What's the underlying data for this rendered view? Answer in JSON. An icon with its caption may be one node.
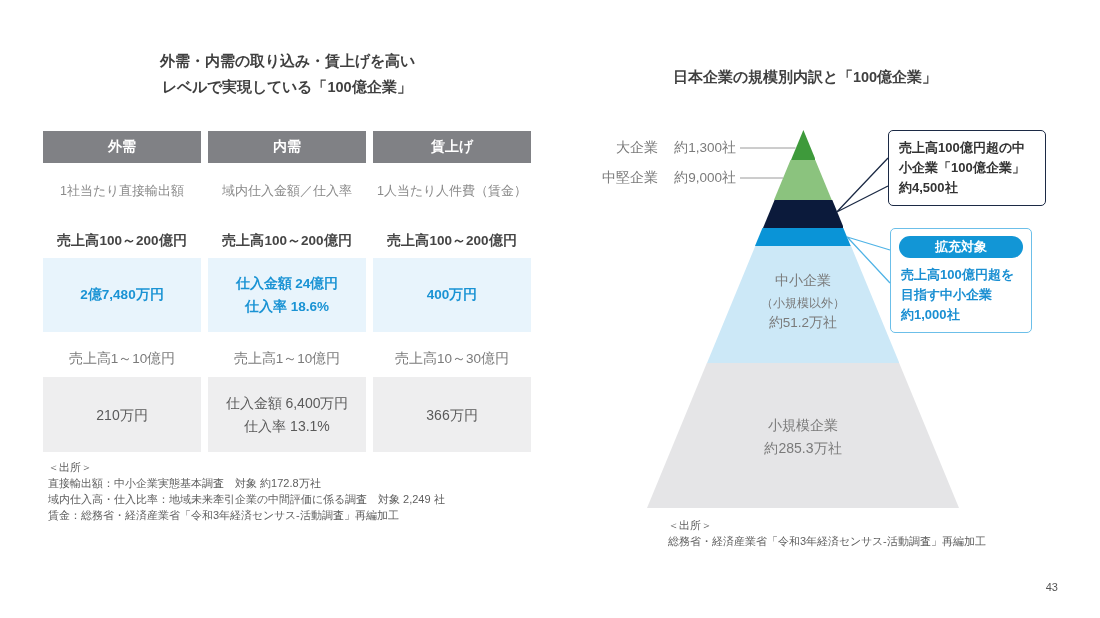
{
  "diagram": {
    "nodes": [
      {
        "text": [
          "大企業",
          "約1,300社"
        ]
      },
      {
        "text": [],
        "shape": "triangle"
      },
      {
        "text": [
          "中堅企業",
          "約9,000社"
        ]
      },
      {
        "text": [],
        "shape": "trapezoid"
      },
      {
        "text": [],
        "shape": "trapezoid"
      },
      {
        "text": [],
        "shape": "trapezoid"
      },
      {
        "text": [
          "中小企業",
          "（小規模以外）",
          "約51.2万社"
        ]
      },
      {
        "text": [
          "小規模企業",
          "約285.3万社"
        ]
      },
      {
        "text": [
          "売上高100億円超の中小企業「100億企業」",
          "約4,500社"
        ]
      },
      {
        "text": [
          "売上高100億円超を目指す中小企業",
          "約1,000社"
        ]
      },
      {
        "text": [
          "拡充対象"
        ],
        "in": 9
      }
    ],
    "edges": [
      {
        "from": 0,
        "to": 1,
        "arrow": "none"
      },
      {
        "from": 2,
        "to": 3,
        "arrow": "none"
      },
      {
        "from": 8,
        "to": 4,
        "arrow": "none",
        "color": "#1c2a45"
      },
      {
        "from": 9,
        "to": 5,
        "arrow": "none",
        "color": "#4fb3e6"
      }
    ],
    "labels": [
      "外需・内需の取り込み・賃上げを高いレベルで実現している「100億企業」",
      "外需",
      "内需",
      "賃上げ",
      "1社当たり直接輸出額",
      "域内仕入金額／仕入率",
      "1人当たり人件費（賃金）",
      "売上高100～200億円",
      "売上高100～200億円",
      "売上高100～200億円",
      "2億7,480万円",
      "仕入金額 24億円",
      "仕入率 18.6%",
      "400万円",
      "売上高1～10億円",
      "売上高1～10億円",
      "売上高10～30億円",
      "210万円",
      "仕入金額 6,400万円",
      "仕入率 13.1%",
      "366万円",
      "＜出所＞",
      "直接輸出額：中小企業実態基本調査　対象 約172.8万社",
      "域内仕入高・仕入比率：地域未来牽引企業の中間評価に係る調査　対象 2,249 社",
      "賃金：総務省・経済産業省「令和3年経済センサス-活動調査」再編加工",
      "日本企業の規模別内訳と「100億企業」",
      "＜出所＞",
      "総務省・経済産業省「令和3年経済センサス-活動調査」再編加工",
      "43"
    ]
  }
}
